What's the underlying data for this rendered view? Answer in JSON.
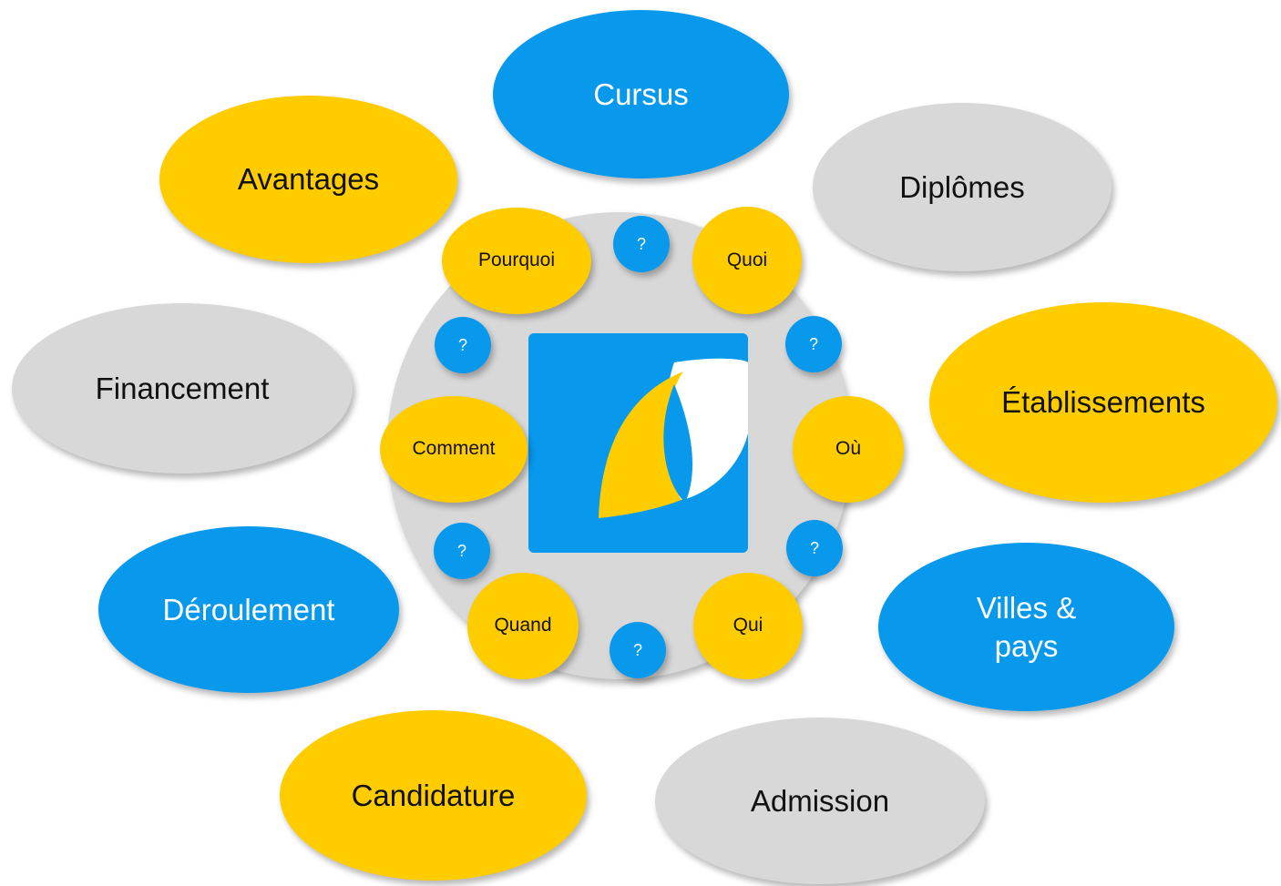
{
  "outer_topics": {
    "cursus": "Cursus",
    "diplomes": "Diplômes",
    "etablissements": "Établissements",
    "villes_pays_line1": "Villes &",
    "villes_pays_line2": "pays",
    "admission": "Admission",
    "candidature": "Candidature",
    "deroulement": "Déroulement",
    "financement": "Financement",
    "avantages": "Avantages"
  },
  "inner_questions": {
    "pourquoi": "Pourquoi",
    "quoi": "Quoi",
    "ou": "Où",
    "qui": "Qui",
    "quand": "Quand",
    "comment": "Comment"
  },
  "question_mark": "?",
  "colors": {
    "yellow": "#FFCC00",
    "blue": "#0898EC",
    "gray": "#D8D8D8",
    "white": "#FFFFFF"
  },
  "center_logo": {
    "icon": "eye-logo-icon"
  }
}
